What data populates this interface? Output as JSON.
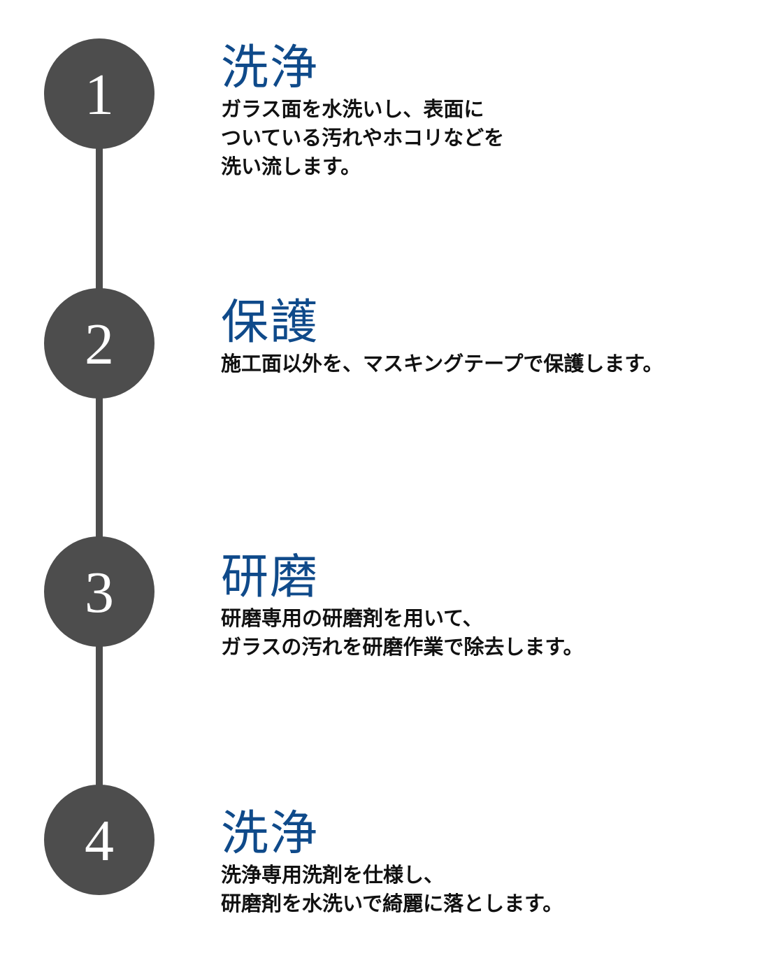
{
  "colors": {
    "circle": "#4d4d4d",
    "connector": "#4d4d4d",
    "number": "#ffffff",
    "title": "#0f4a8a",
    "description": "#111111"
  },
  "steps": [
    {
      "number": "1",
      "title": "洗浄",
      "description": [
        "ガラス面を水洗いし、表面に",
        "ついている汚れやホコリなどを",
        "洗い流します。"
      ]
    },
    {
      "number": "2",
      "title": "保護",
      "description": [
        "施工面以外を、マスキングテープで保護します。"
      ]
    },
    {
      "number": "3",
      "title": "研磨",
      "description": [
        "研磨専用の研磨剤を用いて、",
        "ガラスの汚れを研磨作業で除去します。"
      ]
    },
    {
      "number": "4",
      "title": "洗浄",
      "description": [
        "洗浄専用洗剤を仕様し、",
        "研磨剤を水洗いで綺麗に落とします。"
      ]
    }
  ]
}
